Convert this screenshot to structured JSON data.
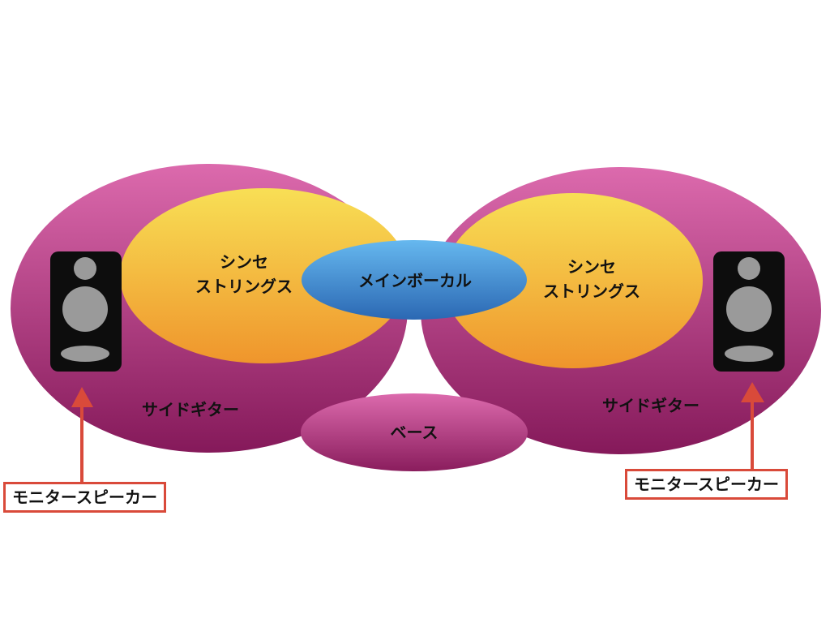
{
  "diagram": {
    "left": {
      "synth_line1": "シンセ",
      "synth_line2": "ストリングス",
      "guitar": "サイドギター",
      "monitor": "モニタースピーカー"
    },
    "right": {
      "synth_line1": "シンセ",
      "synth_line2": "ストリングス",
      "guitar": "サイドギター",
      "monitor": "モニタースピーカー"
    },
    "center": {
      "vocal": "メインボーカル",
      "bass": "ベース"
    }
  },
  "colors": {
    "guitar_top": "#d965a8",
    "guitar_bottom": "#8c1f5e",
    "synth_top": "#f7dc52",
    "synth_bottom": "#f09a2e",
    "vocal_top": "#5fb2ec",
    "vocal_bottom": "#2e6fb8",
    "bass_top": "#d965a8",
    "bass_bottom": "#8c1f5e",
    "speaker_body": "#0d0d0d",
    "speaker_driver": "#9a9a9a",
    "arrow": "#d94a3a"
  }
}
